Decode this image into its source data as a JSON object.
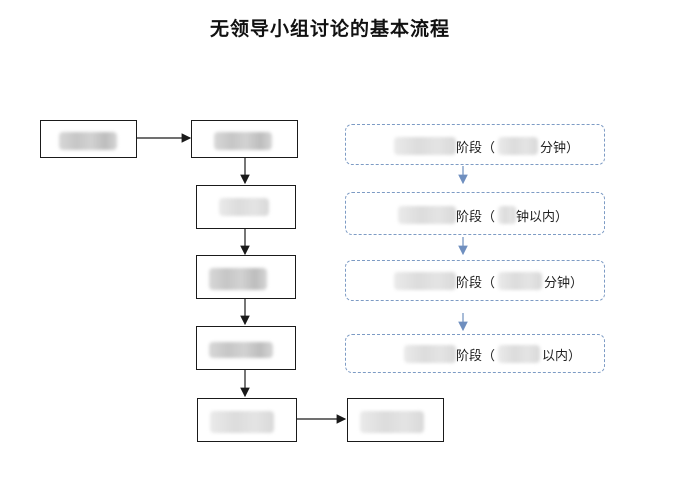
{
  "title": "无领导小组讨论的基本流程",
  "flow": {
    "box1_fragment": "",
    "box2_fragment": "",
    "box3_fragment": "",
    "box4_fragment": "",
    "box5_fragment": "",
    "box6_fragment": "",
    "box7_fragment": ""
  },
  "stages": [
    {
      "suffix_a": "阶段（",
      "suffix_b": "分钟）"
    },
    {
      "suffix_a": "阶段（",
      "suffix_b": "钟以内）"
    },
    {
      "suffix_a": "阶段（",
      "suffix_b": "分钟）"
    },
    {
      "suffix_a": "阶段（",
      "suffix_b": "以内）"
    }
  ],
  "colors": {
    "stage_border": "#7d9bc4",
    "stage_arrow": "#6f8fbf",
    "flow_line": "#1a1a1a"
  }
}
